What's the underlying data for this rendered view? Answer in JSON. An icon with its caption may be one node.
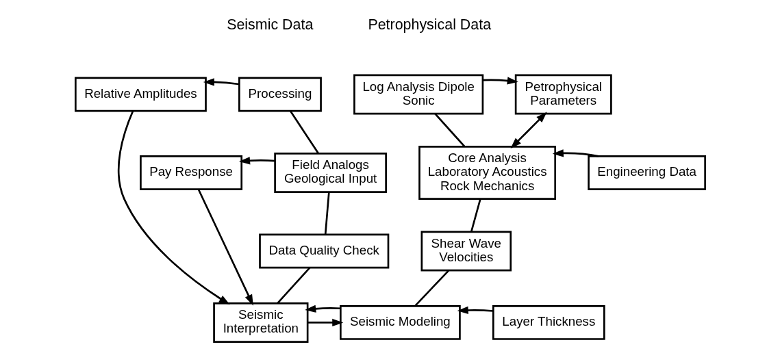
{
  "diagram": {
    "nodes": [
      {
        "text": [
          "Relative Amplitudes"
        ]
      },
      {
        "text": [
          "Processing"
        ]
      },
      {
        "text": [
          "Log Analysis Dipole Sonic"
        ]
      },
      {
        "text": [
          "Petrophysical Parameters"
        ]
      },
      {
        "text": [
          "Pay Response"
        ]
      },
      {
        "text": [
          "Field Analogs Geological Input"
        ]
      },
      {
        "text": [
          "Core Analysis Laboratory Acoustics Rock Mechanics"
        ]
      },
      {
        "text": [
          "Engineering Data"
        ]
      },
      {
        "text": [
          "Data Quality Check"
        ]
      },
      {
        "text": [
          "Shear Wave Velocities"
        ]
      },
      {
        "text": [
          "Seismic Interpretation"
        ]
      },
      {
        "text": [
          "Seismic Modeling"
        ]
      },
      {
        "text": [
          "Layer Thickness"
        ]
      }
    ],
    "edges": [
      {
        "from": 1,
        "to": 0,
        "arrow": "to"
      },
      {
        "from": 1,
        "to": 5,
        "arrow": "none"
      },
      {
        "from": 5,
        "to": 4,
        "arrow": "to"
      },
      {
        "from": 5,
        "to": 8,
        "arrow": "none"
      },
      {
        "from": 8,
        "to": 10,
        "arrow": "none"
      },
      {
        "from": 0,
        "to": 10,
        "arrow": "to"
      },
      {
        "from": 4,
        "to": 10,
        "arrow": "to"
      },
      {
        "from": 10,
        "to": 11,
        "arrow": "to"
      },
      {
        "from": 11,
        "to": 10,
        "arrow": "to"
      },
      {
        "from": 12,
        "to": 11,
        "arrow": "to"
      },
      {
        "from": 2,
        "to": 3,
        "arrow": "to"
      },
      {
        "from": 6,
        "to": 3,
        "arrow": "both"
      },
      {
        "from": 7,
        "to": 6,
        "arrow": "to"
      },
      {
        "from": 2,
        "to": 6,
        "arrow": "none"
      },
      {
        "from": 6,
        "to": 9,
        "arrow": "none"
      },
      {
        "from": 9,
        "to": 11,
        "arrow": "none"
      }
    ],
    "labels": [
      "Seismic Data",
      "Petrophysical Data"
    ]
  }
}
